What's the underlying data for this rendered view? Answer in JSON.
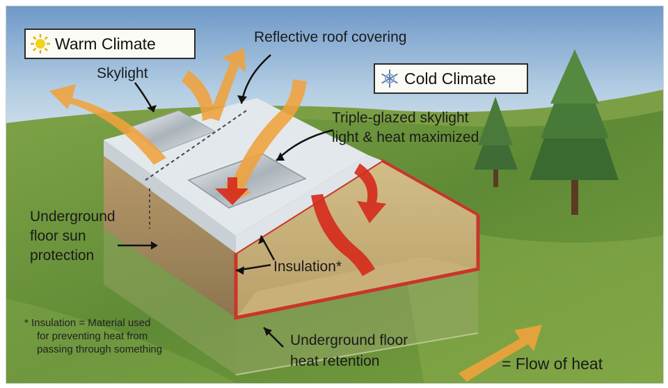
{
  "climates": {
    "warm": {
      "label": "Warm Climate",
      "icon": "sun-icon"
    },
    "cold": {
      "label": "Cold Climate",
      "icon": "snowflake-icon"
    }
  },
  "labels": {
    "skylight": "Skylight",
    "reflective_roof": "Reflective roof covering",
    "triple_glazed_line1": "Triple-glazed skylight",
    "triple_glazed_line2": "light & heat maximized",
    "underground_sun_line1": "Underground",
    "underground_sun_line2": "floor sun",
    "underground_sun_line3": "protection",
    "insulation": "Insulation*",
    "underground_heat_line1": "Underground floor",
    "underground_heat_line2": "heat retention"
  },
  "footnote": {
    "line1": "* Insulation = Material used",
    "line2": "for preventing heat from",
    "line3": "passing through something"
  },
  "legend": {
    "label": "= Flow of heat",
    "icon": "heat-flow-arrow-icon"
  },
  "colors": {
    "warm_arrow": "#f0a23c",
    "cold_arrow": "#d62a1c",
    "sky": "#8fb4d8",
    "grass": "#6f9a3e",
    "roof": "#e9edf1"
  }
}
